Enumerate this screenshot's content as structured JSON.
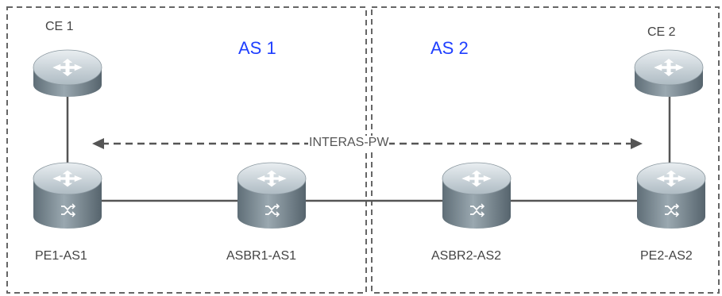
{
  "areas": [
    {
      "id": "as1",
      "label": "AS 1"
    },
    {
      "id": "as2",
      "label": "AS 2"
    }
  ],
  "pseudowire": {
    "label": "INTERAS-PW"
  },
  "devices": [
    {
      "id": "ce1",
      "label": "CE 1",
      "kind": "router"
    },
    {
      "id": "ce2",
      "label": "CE 2",
      "kind": "router"
    },
    {
      "id": "pe1",
      "label": "PE1-AS1",
      "kind": "switch-router"
    },
    {
      "id": "asbr1",
      "label": "ASBR1-AS1",
      "kind": "switch-router"
    },
    {
      "id": "asbr2",
      "label": "ASBR2-AS2",
      "kind": "switch-router"
    },
    {
      "id": "pe2",
      "label": "PE2-AS2",
      "kind": "switch-router"
    }
  ],
  "links": [
    [
      "ce1",
      "pe1"
    ],
    [
      "pe1",
      "asbr1"
    ],
    [
      "asbr1",
      "asbr2"
    ],
    [
      "asbr2",
      "pe2"
    ],
    [
      "pe2",
      "ce2"
    ]
  ],
  "colors": {
    "as_label": "#1f3fff",
    "device_body": "#7b8a93",
    "device_top": "#c9d3d9",
    "link": "#555555",
    "dashed": "#666666"
  }
}
